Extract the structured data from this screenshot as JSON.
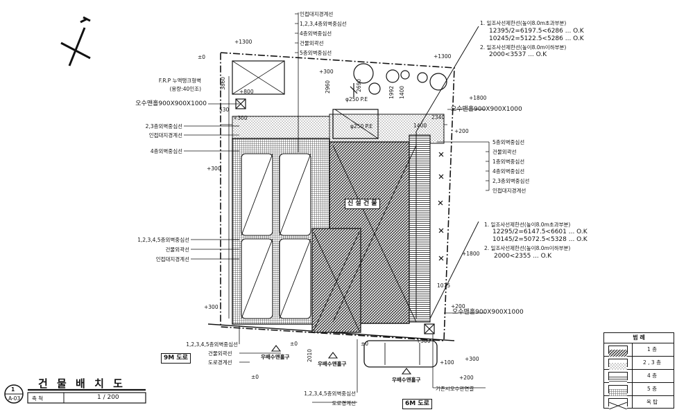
{
  "drawing": {
    "title": "건 물 배 치 도",
    "sheet_no": "1",
    "sheet_sub": "A-03",
    "scale_label": "축 척",
    "scale_value": "1 / 200"
  },
  "building_label": "신 설 건 물",
  "roads": {
    "west_road": "9M 도로",
    "south_road": "6M 도로"
  },
  "fixtures": {
    "frp_tank": "F.R.P 누액탱크형벽",
    "frp_capacity": "(용량:40인조)",
    "manhole_left": "오수맨홀900X900X1000",
    "manhole_right_top": "오수맨홀900X900X1000",
    "manhole_right_bottom": "오수맨홀900X900X1000",
    "rain_drain_1": "우배수맨홀구",
    "rain_drain_2": "우배수맨홀구",
    "rain_drain_3": "우배수맨홀구",
    "existing_sewer": "기존시오수관연결"
  },
  "top_labels": [
    "인접대지경계선",
    "1,2,3,4층외벽중심선",
    "4층외벽중심선",
    "건물외곽선",
    "5층외벽중심선"
  ],
  "left_labels_a": [
    "2,3층외벽중심선",
    "인접대지경계선"
  ],
  "left_label_b": "4층외벽중심선",
  "left_labels_c": [
    "1,2,3,4,5층외벽중심선",
    "건물외곽선",
    "인접대지경계선"
  ],
  "bottom_labels_a": [
    "1,2,3,4,5층외벽중심선",
    "건물외곽선",
    "도로경계선"
  ],
  "bottom_labels_b": [
    "1,2,3,4,5층외벽중심선",
    "도로경계선"
  ],
  "right_labels": [
    "5층외벽중심선",
    "건물외곽선",
    "1층외벽중심선",
    "4층외벽중심선",
    "2,3층외벽중심선",
    "인접대지경계선"
  ],
  "notes_top": {
    "l1": "1. 일조사선제한선(높이8.0m초과부분)",
    "l2": "12395/2=6197.5<6286 ... O.K",
    "l3": "10245/2=5122.5<5286 ... O.K",
    "l4": "2. 일조사선제한선(높이8.0m이하부분)",
    "l5": "2000<3537 ... O.K"
  },
  "notes_mid": {
    "l1": "1. 일조사선제한선(높이8.0m초과부분)",
    "l2": "12295/2=6147.5<6601 ... O.K",
    "l3": "10145/2=5072.5<5328 ... O.K",
    "l4": "2. 일조사선제한선(높이8.0m이하부분)",
    "l5": "2000<2355 ... O.K"
  },
  "levels": {
    "a": "+1300",
    "b": "+1300",
    "c": "±0",
    "d": "+300",
    "e": "+800",
    "f": "+1800",
    "g": "+200",
    "h": "+300",
    "i": "+300",
    "j": "+1800",
    "k": "+200",
    "l": "±0",
    "m": "+300",
    "n": "+200",
    "o": "+100",
    "p": "±0",
    "q": "±0",
    "r": "+300",
    "s": "+300"
  },
  "dimensions": {
    "d1": "3860",
    "d2": "2960",
    "d3": "2690",
    "d4": "1992",
    "d5": "530",
    "d6": "2340",
    "d7": "1075",
    "d8": "2010",
    "d9": "1400",
    "d10": "φ250 P.E",
    "d11": "φ250 P.E",
    "d12": "1400"
  },
  "legend": {
    "title": "범 례",
    "rows": [
      {
        "label": "1 층",
        "hatch": "dense"
      },
      {
        "label": "2 , 3 층",
        "hatch": "dots"
      },
      {
        "label": "4 층",
        "hatch": "lines"
      },
      {
        "label": "5 층",
        "hatch": "grid"
      },
      {
        "label": "옥 탑",
        "hatch": "cross"
      }
    ]
  }
}
